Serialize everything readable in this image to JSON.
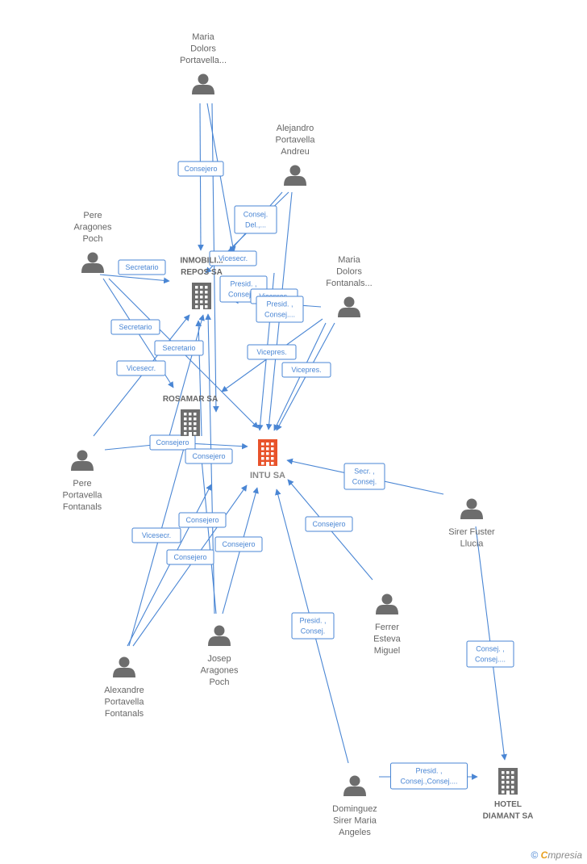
{
  "persons": [
    {
      "id": "p_maria_portavella",
      "lines": [
        "Maria",
        "Dolors",
        "Portavella..."
      ]
    },
    {
      "id": "p_alejandro",
      "lines": [
        "Alejandro",
        "Portavella",
        "Andreu"
      ]
    },
    {
      "id": "p_pere_aragones",
      "lines": [
        "Pere",
        "Aragones",
        "Poch"
      ]
    },
    {
      "id": "p_maria_fontanals",
      "lines": [
        "Maria",
        "Dolors",
        "Fontanals..."
      ]
    },
    {
      "id": "p_pere_portavella",
      "lines": [
        "Pere",
        "Portavella",
        "Fontanals"
      ]
    },
    {
      "id": "p_sirer",
      "lines": [
        "Sirer Fuster",
        "Llucia"
      ]
    },
    {
      "id": "p_ferrer",
      "lines": [
        "Ferrer",
        "Esteva",
        "Miguel"
      ]
    },
    {
      "id": "p_josep",
      "lines": [
        "Josep",
        "Aragones",
        "Poch"
      ]
    },
    {
      "id": "p_alexandre",
      "lines": [
        "Alexandre",
        "Portavella",
        "Fontanals"
      ]
    },
    {
      "id": "p_dominguez",
      "lines": [
        "Dominguez",
        "Sirer Maria",
        "Angeles"
      ]
    }
  ],
  "companies": [
    {
      "id": "c_inmobili",
      "lines": [
        "INMOBILI...",
        "REPOS SA"
      ],
      "main": false
    },
    {
      "id": "c_rosamar",
      "lines": [
        "ROSAMAR SA"
      ],
      "main": false
    },
    {
      "id": "c_intu",
      "lines": [
        "INTU SA"
      ],
      "main": true
    },
    {
      "id": "c_hotel",
      "lines": [
        "HOTEL",
        "DIAMANT SA"
      ],
      "main": false
    }
  ],
  "edge_labels": [
    {
      "id": "l1",
      "lines": [
        "Consejero"
      ]
    },
    {
      "id": "l2",
      "lines": [
        "Consej.",
        "Del.,..."
      ]
    },
    {
      "id": "l3",
      "lines": [
        "Secretario"
      ]
    },
    {
      "id": "l4",
      "lines": [
        "Vicesecr."
      ]
    },
    {
      "id": "l5",
      "lines": [
        "Presid. ,",
        "Consej...."
      ]
    },
    {
      "id": "l6",
      "lines": [
        "Vicepres."
      ]
    },
    {
      "id": "l7",
      "lines": [
        "Presid. ,",
        "Consej...."
      ]
    },
    {
      "id": "l8",
      "lines": [
        "Secretario"
      ]
    },
    {
      "id": "l9",
      "lines": [
        "Secretario"
      ]
    },
    {
      "id": "l10",
      "lines": [
        "Vicepres."
      ]
    },
    {
      "id": "l11",
      "lines": [
        "Vicesecr."
      ]
    },
    {
      "id": "l12",
      "lines": [
        "Vicepres."
      ]
    },
    {
      "id": "l13",
      "lines": [
        "Consejero"
      ]
    },
    {
      "id": "l14",
      "lines": [
        "Consejero"
      ]
    },
    {
      "id": "l15",
      "lines": [
        "Secr. ,",
        "Consej."
      ]
    },
    {
      "id": "l16",
      "lines": [
        "Consejero"
      ]
    },
    {
      "id": "l17",
      "lines": [
        "Consejero"
      ]
    },
    {
      "id": "l18",
      "lines": [
        "Vicesecr."
      ]
    },
    {
      "id": "l19",
      "lines": [
        "Consejero"
      ]
    },
    {
      "id": "l20",
      "lines": [
        "Consejero"
      ]
    },
    {
      "id": "l21",
      "lines": [
        "Presid. ,",
        "Consej."
      ]
    },
    {
      "id": "l22",
      "lines": [
        "Consej. ,",
        "Consej...."
      ]
    },
    {
      "id": "l23",
      "lines": [
        "Presid. ,",
        "Consej.,Consej...."
      ]
    }
  ],
  "footer": {
    "copyright": "©",
    "brand_e": "C",
    "brand_rest": "mpresia"
  },
  "colors": {
    "edge": "#4a86d4",
    "node": "#6d6d6d",
    "main_company": "#e8532b",
    "label_text": "#666666"
  }
}
